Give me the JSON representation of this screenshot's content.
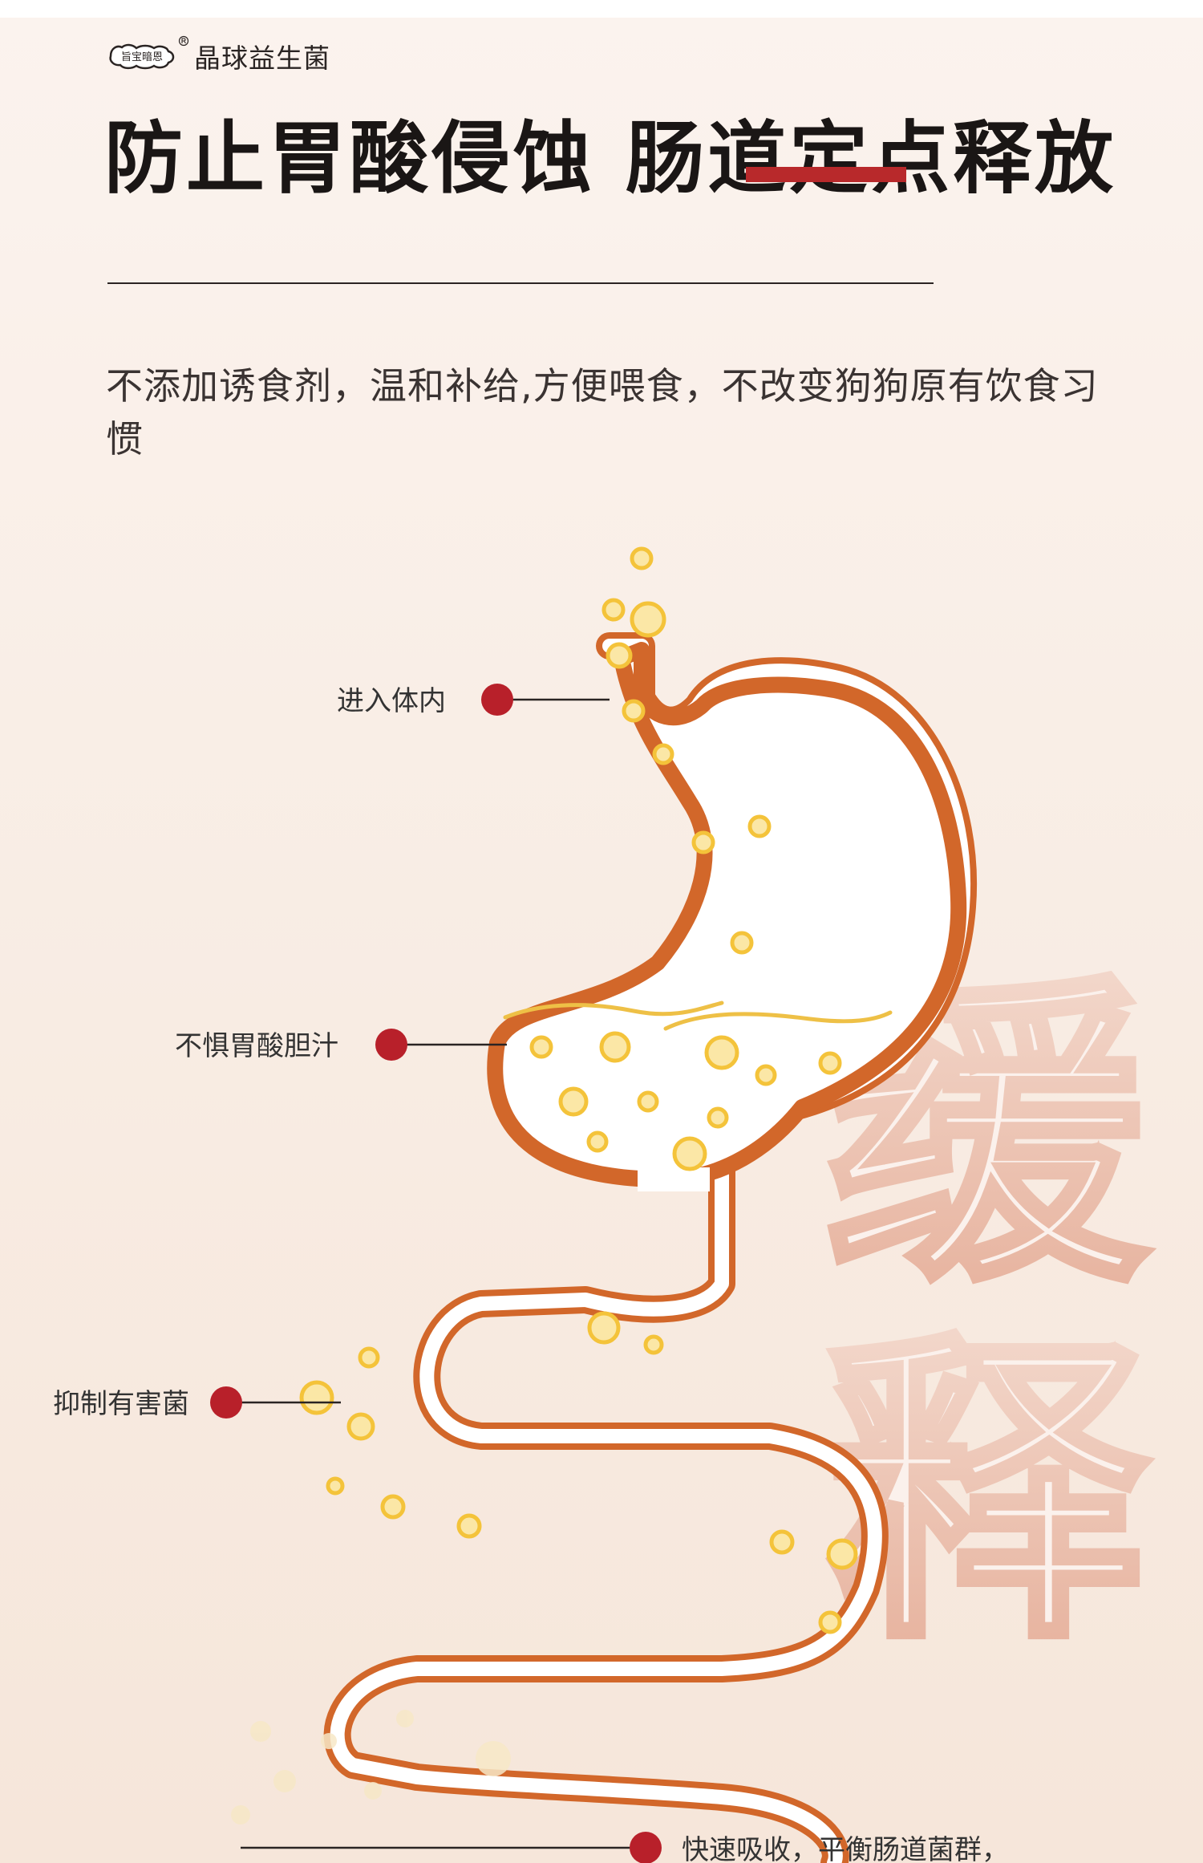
{
  "brand": {
    "logo_text": "旨宝暗恩",
    "name": "晶球益生菌"
  },
  "headline": {
    "title": "防止胃酸侵蚀 肠道定点释放"
  },
  "description": {
    "text": "不添加诱食剂，温和补给,方便喂食，不改变狗狗原有饮食习惯"
  },
  "diagram": {
    "stages": [
      {
        "label": "进入体内"
      },
      {
        "label": "不惧胃酸胆汁"
      },
      {
        "label": "抑制有害菌"
      },
      {
        "label": "快速吸收，平衡肠道菌群，"
      }
    ],
    "release_word": [
      "缓",
      "释"
    ]
  },
  "colors": {
    "tract_stroke": "#d2672a",
    "bead": "#f4c33a",
    "dot": "#b8202a",
    "underline": "#b8292b",
    "release_outline": "#e7b8a6"
  }
}
